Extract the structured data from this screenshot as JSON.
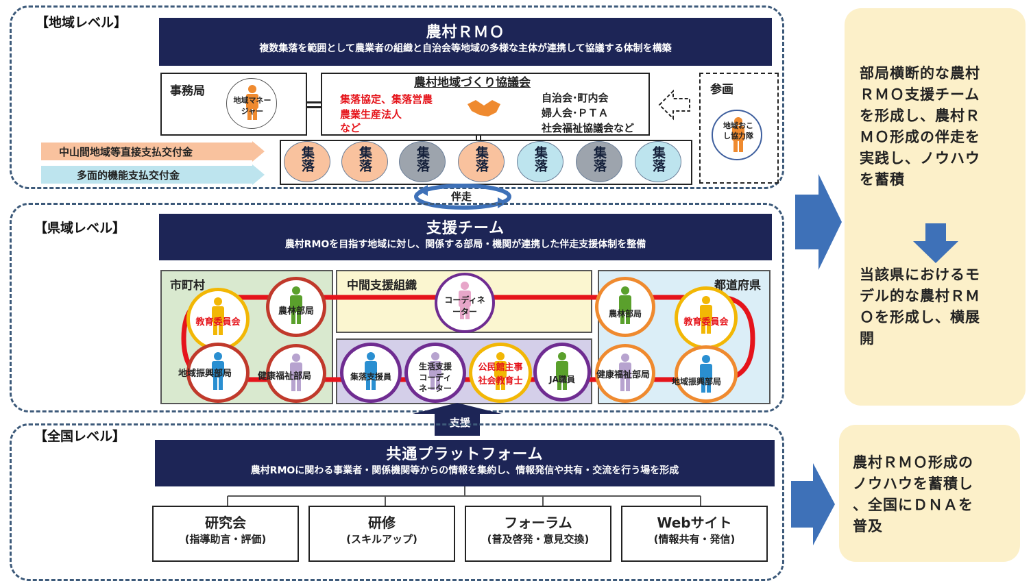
{
  "colors": {
    "navy": "#1d2556",
    "red": "#e5141b",
    "dash": "#3d5a7a",
    "arrow": "#3e71b8",
    "side": "#fcf0c9",
    "peach": "#f9c29e",
    "lightblue": "#bde4ee",
    "gray": "#9da4ad",
    "muni_bg": "#d9e9cf",
    "mid_top_bg": "#fbf6d0",
    "mid_bot_bg": "#d4cfe9",
    "pref_bg": "#dbeef7",
    "ring_red": "#c0392b",
    "ring_yellow": "#f2b705",
    "ring_purple": "#6f2c91",
    "ring_orange": "#ef8a2f"
  },
  "regional": {
    "level_label": "【地域レベル】",
    "rmo": {
      "title": "農村ＲＭＯ",
      "subtitle": "複数集落を範囲として農業者の組織と自治会等地域の多様な主体が連携して協議する体制を構築"
    },
    "secretariat": {
      "title": "事務局",
      "manager": "地域マネージャー"
    },
    "council": {
      "title": "農村地域づくり協議会",
      "left_lines": [
        "集落協定、集落営農",
        "農業生産法人",
        "など"
      ],
      "right_lines": [
        "自治会･町内会",
        "婦人会･ＰＴＡ",
        "社会福祉協議会など"
      ]
    },
    "participation": {
      "title": "参画",
      "member": "地域おこし協力隊"
    },
    "payments": [
      "中山間地域等直接支払交付金",
      "多面的機能支払交付金"
    ],
    "hamlets": [
      {
        "label": "集落",
        "color": "peach"
      },
      {
        "label": "集落",
        "color": "peach"
      },
      {
        "label": "集落",
        "color": "gray"
      },
      {
        "label": "集落",
        "color": "peach"
      },
      {
        "label": "集落",
        "color": "lightblue"
      },
      {
        "label": "集落",
        "color": "gray"
      },
      {
        "label": "集落",
        "color": "lightblue"
      }
    ],
    "accompany": "伴走"
  },
  "prefectural": {
    "level_label": "【県域レベル】",
    "team": {
      "title": "支援チーム",
      "subtitle": "農村RMOを目指す地域に対し、関係する部局・機関が連携した伴走支援体制を整備"
    },
    "municipality": {
      "title": "市町村",
      "members": [
        "教育委員会",
        "農林部局",
        "地域振興部局",
        "健康福祉部局"
      ]
    },
    "intermediate": {
      "title": "中間支援組織",
      "coordinator": "コーディネーター",
      "members": [
        "集落支援員",
        "生活支援コーディネーター",
        "公民館主事社会教育士",
        "JA職員"
      ]
    },
    "prefecture": {
      "title": "都道府県",
      "members": [
        "農林部局",
        "教育委員会",
        "健康福祉部局",
        "地域振興部局"
      ]
    },
    "support": "支援"
  },
  "national": {
    "level_label": "【全国レベル】",
    "platform": {
      "title": "共通プラットフォーム",
      "subtitle": "農村RMOに関わる事業者・関係機関等からの情報を集約し、情報発信や共有・交流を行う場を形成"
    },
    "items": [
      {
        "title": "研究会",
        "sub": "(指導助言・評価)"
      },
      {
        "title": "研修",
        "sub": "(スキルアップ)"
      },
      {
        "title": "フォーラム",
        "sub": "(普及啓発・意見交換)"
      },
      {
        "title": "Webサイト",
        "sub": "(情報共有・発信)"
      }
    ]
  },
  "side": {
    "top_lines": [
      "部局横断的な農村",
      "ＲＭＯ支援チーム",
      "を形成し、農村Ｒ",
      "ＭＯ形成の伴走を",
      "実践し、ノウハウ",
      "を蓄積"
    ],
    "mid_lines": [
      "当該県におけるモ",
      "デル的な農村ＲＭ",
      "Ｏを形成し、横展",
      "開"
    ],
    "bottom_lines": [
      "農村ＲＭＯ形成の",
      "ノウハウを蓄積し",
      "、全国にＤＮＡを",
      "普及"
    ]
  }
}
